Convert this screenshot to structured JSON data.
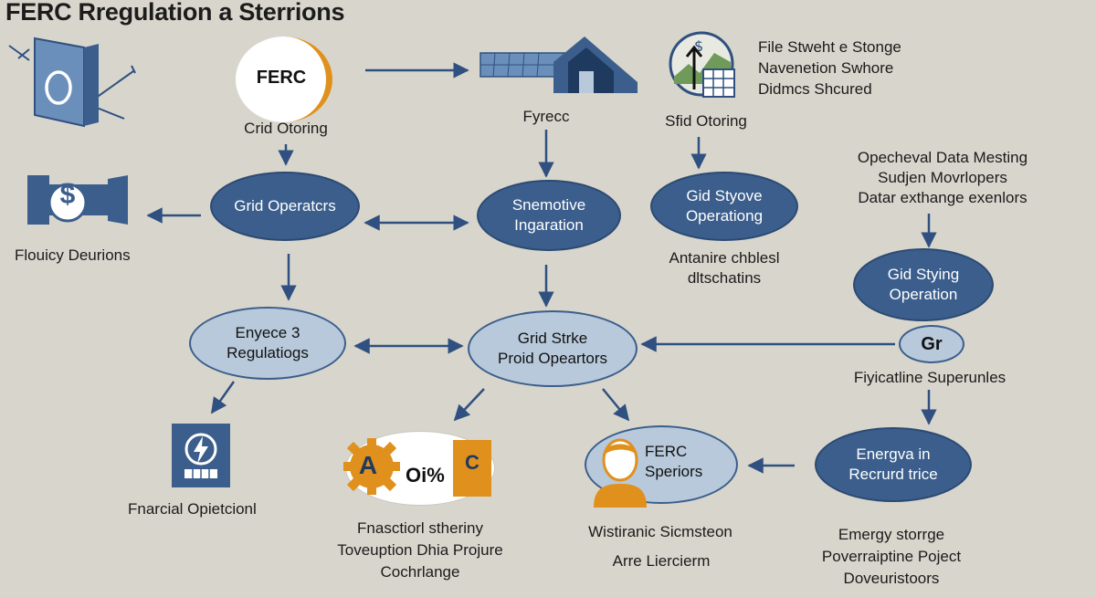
{
  "title": "FERC Rregulation a Sterrions",
  "top_logo": "FERC",
  "labels": {
    "grid_otoring_left": "Crid Otoring",
    "fyrecc": "Fyrecc",
    "sfid_otoring": "Sfid Otoring",
    "file_block": [
      "File Stweht e Stonge",
      "Navenetion Swhore",
      "Didmcs Shcured"
    ],
    "opecheval_block": [
      "Opecheval Data Mesting",
      "Sudjen Movrlopers",
      "Datar exthange exenlors"
    ],
    "flouicy": "Flouicy Deurions",
    "antanire_block": [
      "Antanire chblesl",
      "dltschatins"
    ],
    "fiyicatline": "Fiyicatline Superunles",
    "financial": "Fnarcial Opietcionl",
    "fnasction_block": [
      "Fnasctiorl stheriny",
      "Toveuption Dhia Projure",
      "Cochrlange"
    ],
    "wistiranic": "Wistiranic Sicmsteon",
    "arre": "Arre Liercierm",
    "energy_block": [
      "Emergy storrge",
      "Poverraiptine Poject",
      "Doveuristoors"
    ]
  },
  "nodes": {
    "grid_operators": "Grid Operatcrs",
    "snemotive": [
      "Snemotive",
      "Ingaration"
    ],
    "gid_styove": [
      "Gid Styove",
      "Operationg"
    ],
    "gid_stying": [
      "Gid Stying",
      "Operation"
    ],
    "enyece": [
      "Enyece 3",
      "Regulatiogs"
    ],
    "grid_strke": [
      "Grid Strke",
      "Proid Opeartors"
    ],
    "gr": "Gr",
    "energva": [
      "Energva in",
      "Recrurd trice"
    ],
    "ferc_speriors": [
      "FERC",
      "Speriors"
    ],
    "oi_pct": "Oi%",
    "letter_a": "A",
    "letter_c": "C",
    "dollar": "$"
  },
  "colors": {
    "background": "#d8d6cc",
    "dark_node": "#3b5e8c",
    "light_node": "#b8c9db",
    "accent_orange": "#e0901c",
    "arrow": "#2f5080"
  },
  "icons": [
    "building-icon",
    "dollar-icon",
    "solar-house-icon",
    "finance-chart-icon",
    "lightning-panel-icon",
    "gear-icon",
    "person-icon"
  ]
}
